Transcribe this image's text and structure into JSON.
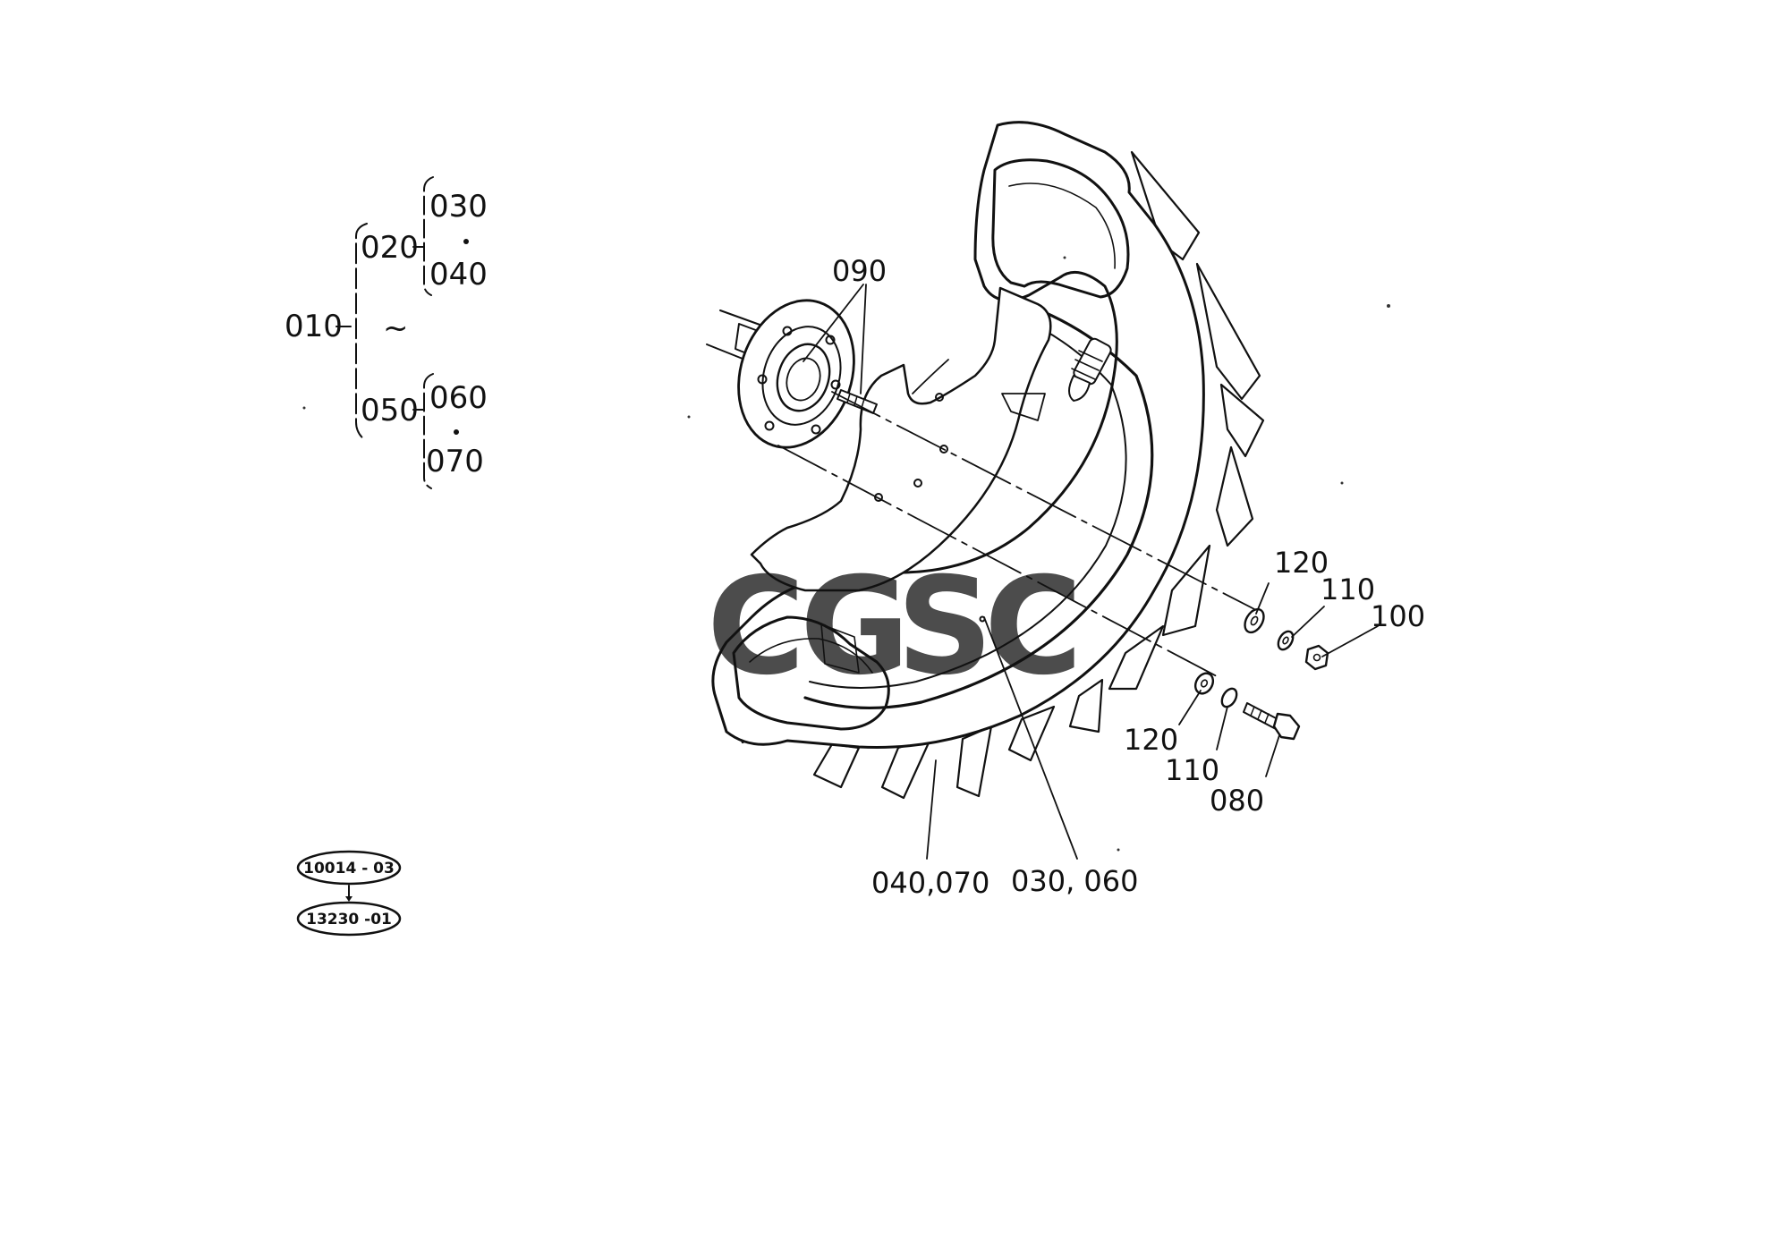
{
  "tree": {
    "root": "010",
    "group_a": "020",
    "group_a_children": [
      "030",
      "040"
    ],
    "group_b": "050",
    "group_b_children": [
      "060",
      "070"
    ],
    "sep": "~"
  },
  "callouts": {
    "c090": "090",
    "c120_top": "120",
    "c110_top": "110",
    "c100": "100",
    "c120_bot": "120",
    "c110_bot": "110",
    "c080": "080",
    "c040_070": "040,070",
    "c030_060": "030, 060"
  },
  "refs": {
    "ref_top": "10014 - 03",
    "ref_bottom": "13230 -01"
  },
  "watermark": {
    "letters": [
      "C",
      "G",
      "S",
      "C"
    ],
    "colors": [
      "#4a86e8",
      "#e06666",
      "#f1c232",
      "#57bb8a"
    ]
  }
}
